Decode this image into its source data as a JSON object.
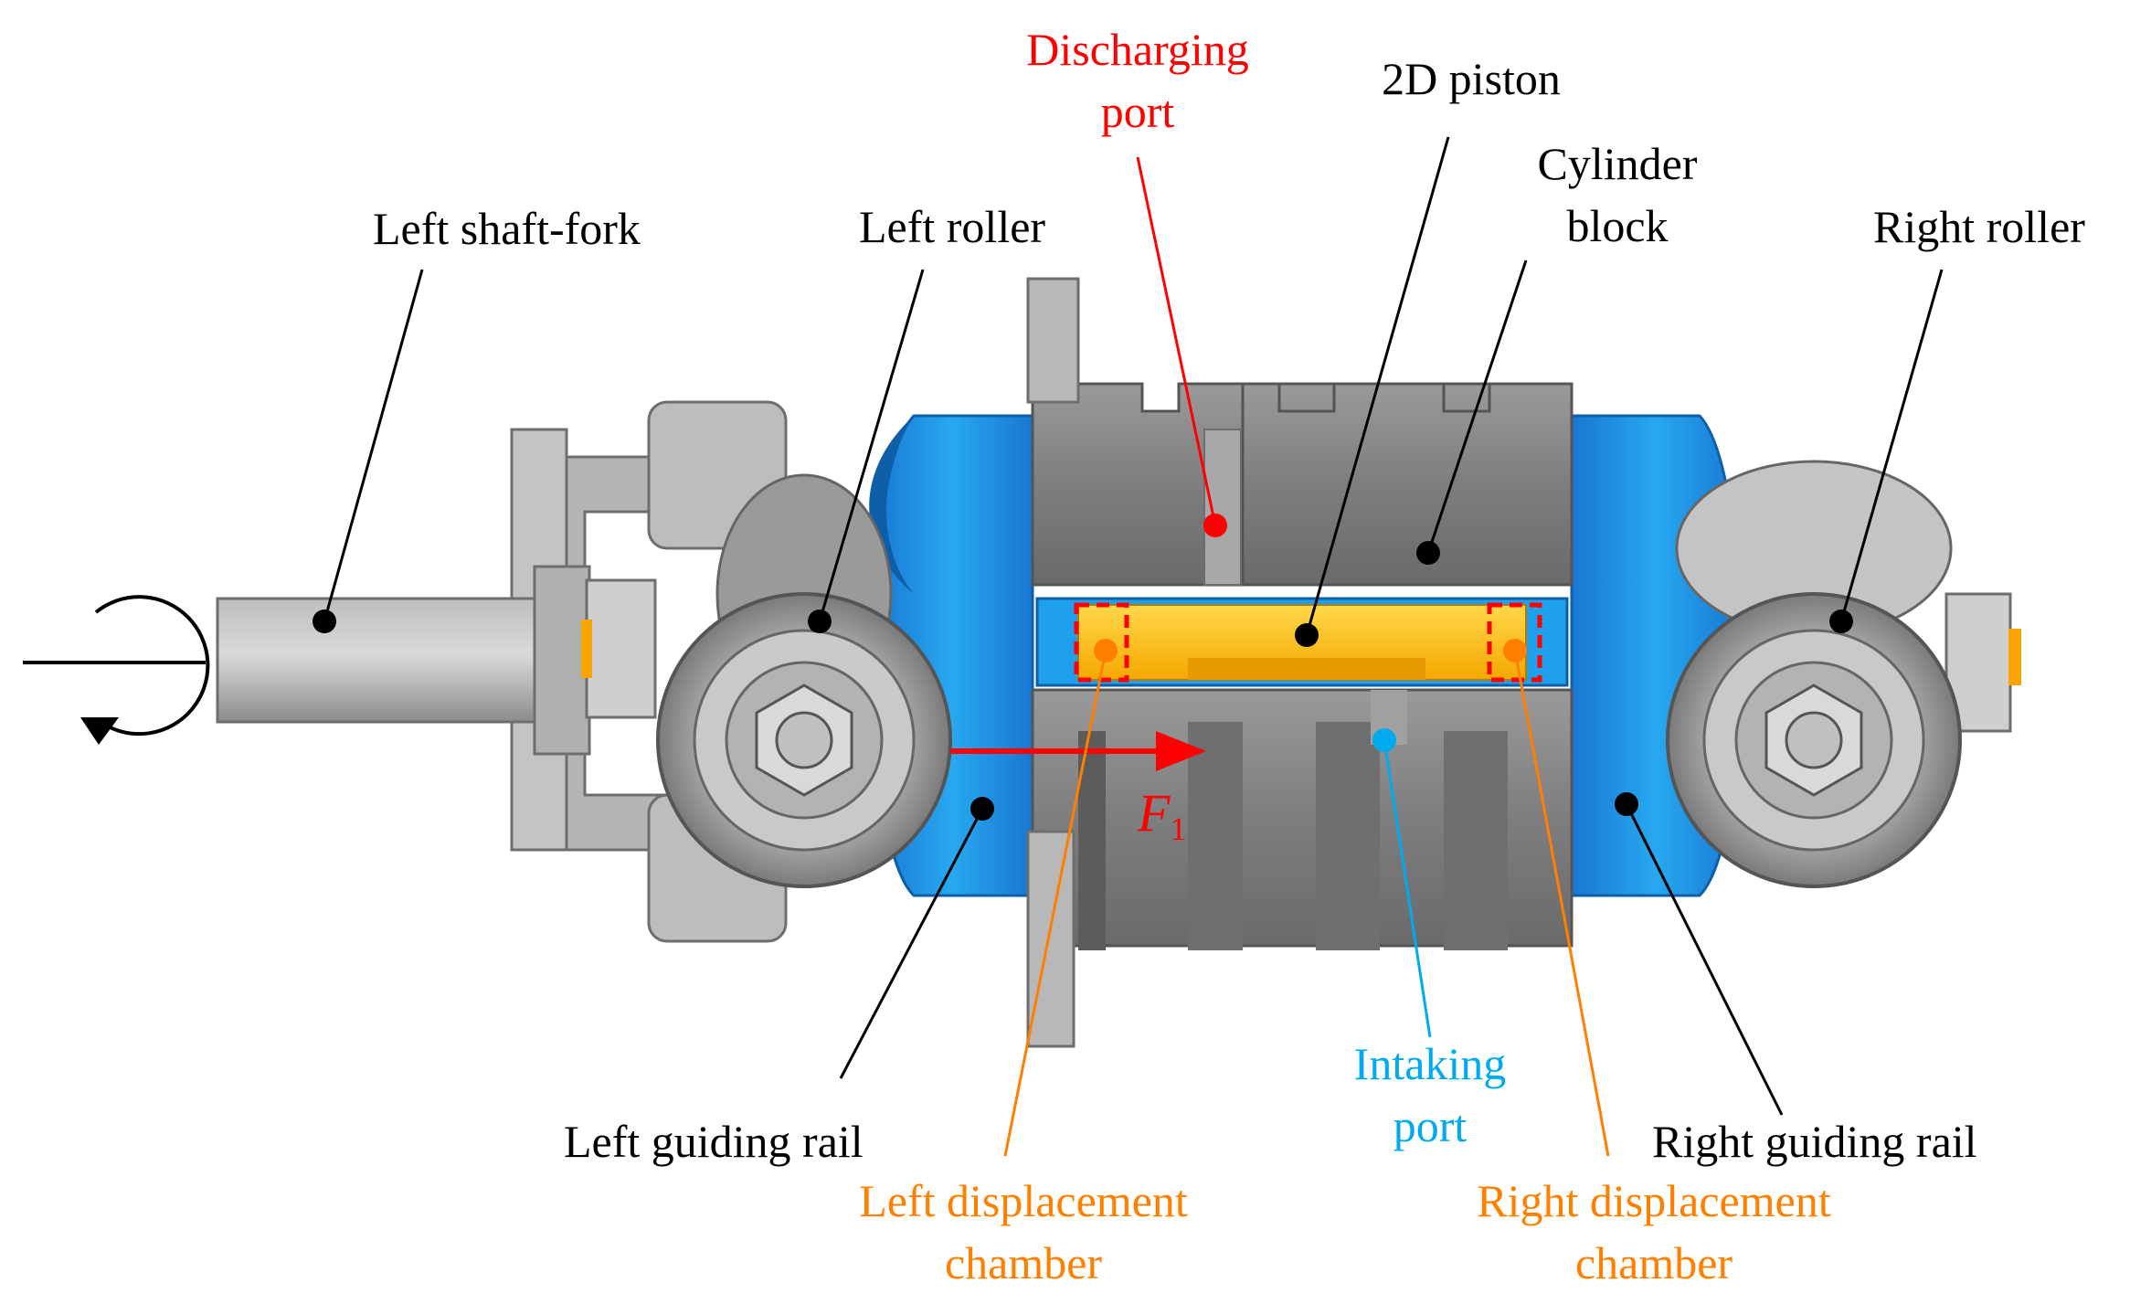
{
  "labels": {
    "discharging_port": [
      "Discharging",
      "port"
    ],
    "piston_2d": "2D piston",
    "cylinder_block": [
      "Cylinder",
      "block"
    ],
    "left_shaft_fork": "Left shaft-fork",
    "left_roller": "Left roller",
    "right_roller": "Right roller",
    "left_guiding_rail": "Left guiding rail",
    "right_guiding_rail": "Right guiding rail",
    "intaking_port": [
      "Intaking",
      "port"
    ],
    "left_displacement_chamber": [
      "Left displacement",
      "chamber"
    ],
    "right_displacement_chamber": [
      "Right displacement",
      "chamber"
    ],
    "force_symbol": "F",
    "force_subscript": "1"
  },
  "colors": {
    "leader_black": "#000000",
    "discharge_red": "#ff0000",
    "intake_blue": "#00aaee",
    "chamber_orange": "#ff7f00",
    "guide_rail_blue": "#1e90e6",
    "piston_yellow": "#ffc21a",
    "metal_gray": "#8a8a8a"
  }
}
